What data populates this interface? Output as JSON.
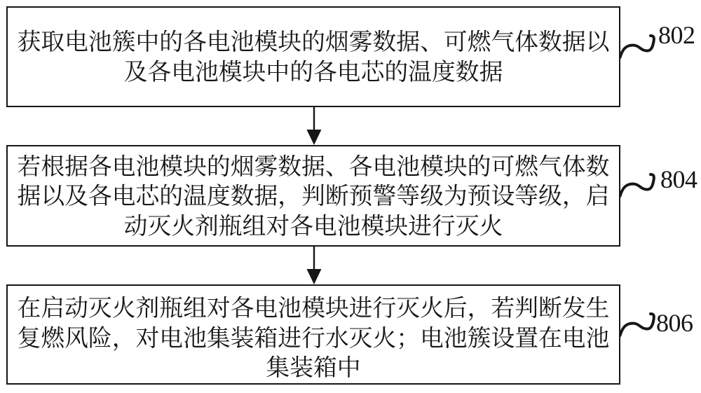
{
  "figure": {
    "type": "flowchart",
    "background_color": "#ffffff",
    "ink_color": "#161616",
    "steps": [
      {
        "ref": "802",
        "lines": [
          "获取电池簇中的各电池模块的烟雾数据、可燃气体数据以",
          "及各电池模块中的各电芯的温度数据"
        ]
      },
      {
        "ref": "804",
        "lines": [
          "若根据各电池模块的烟雾数据、各电池模块的可燃气体数",
          "据以及各电芯的温度数据，判断预警等级为预设等级，启",
          "动灭火剂瓶组对各电池模块进行灭火"
        ]
      },
      {
        "ref": "806",
        "lines": [
          "在启动灭火剂瓶组对各电池模块进行灭火后，若判断发生",
          "复燃风险，对电池集装箱进行水灭火；电池簇设置在电池",
          "集装箱中"
        ]
      }
    ]
  }
}
